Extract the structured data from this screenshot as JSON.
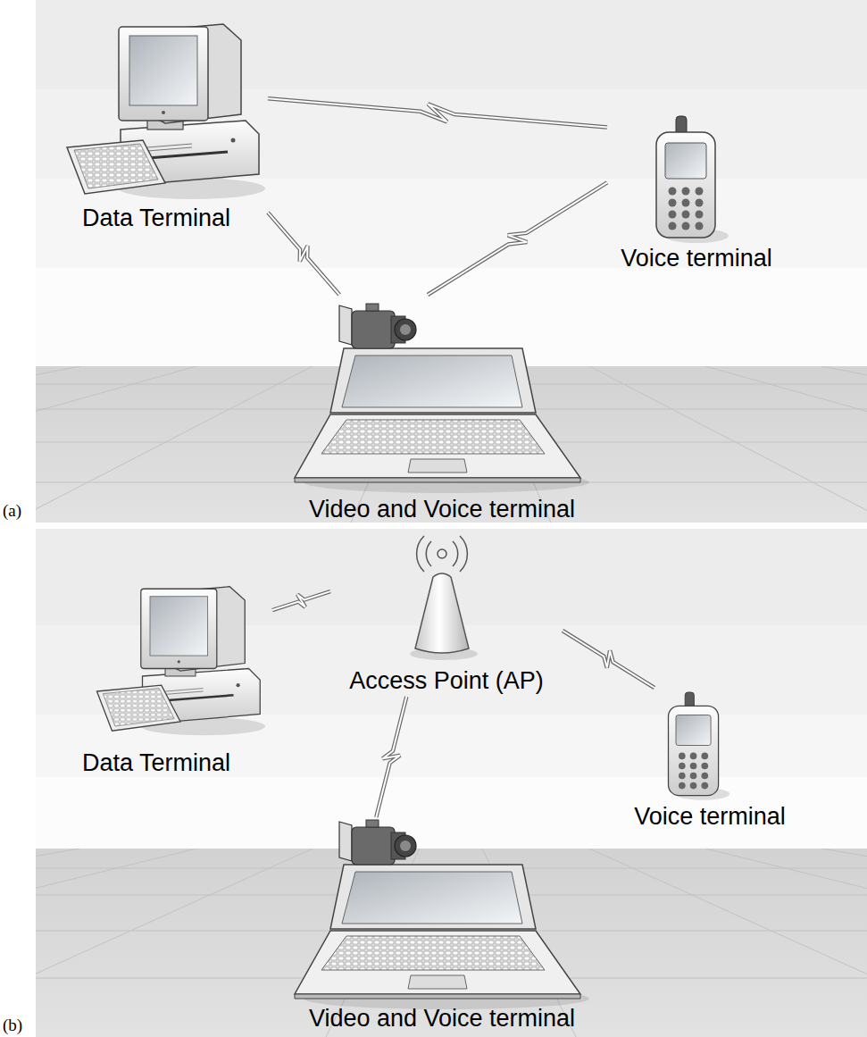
{
  "diagram": {
    "nodes": [
      {
        "text": [
          "Data Terminal"
        ]
      },
      {
        "text": [
          "Voice terminal"
        ]
      },
      {
        "text": [
          "Video and Voice terminal"
        ]
      },
      {
        "text": [
          "Data Terminal"
        ]
      },
      {
        "text": [
          "Access Point (AP)"
        ]
      },
      {
        "text": [
          "Voice terminal"
        ]
      },
      {
        "text": [
          "Video and Voice terminal"
        ]
      }
    ],
    "edges": [
      {
        "from": 0,
        "to": 1,
        "arrow": "none"
      },
      {
        "from": 0,
        "to": 2,
        "arrow": "none"
      },
      {
        "from": 2,
        "to": 1,
        "arrow": "none"
      },
      {
        "from": 4,
        "to": 3,
        "arrow": "none"
      },
      {
        "from": 4,
        "to": 5,
        "arrow": "none"
      },
      {
        "from": 4,
        "to": 6,
        "arrow": "none"
      }
    ],
    "labels": [
      "(a)",
      "(b)"
    ]
  }
}
